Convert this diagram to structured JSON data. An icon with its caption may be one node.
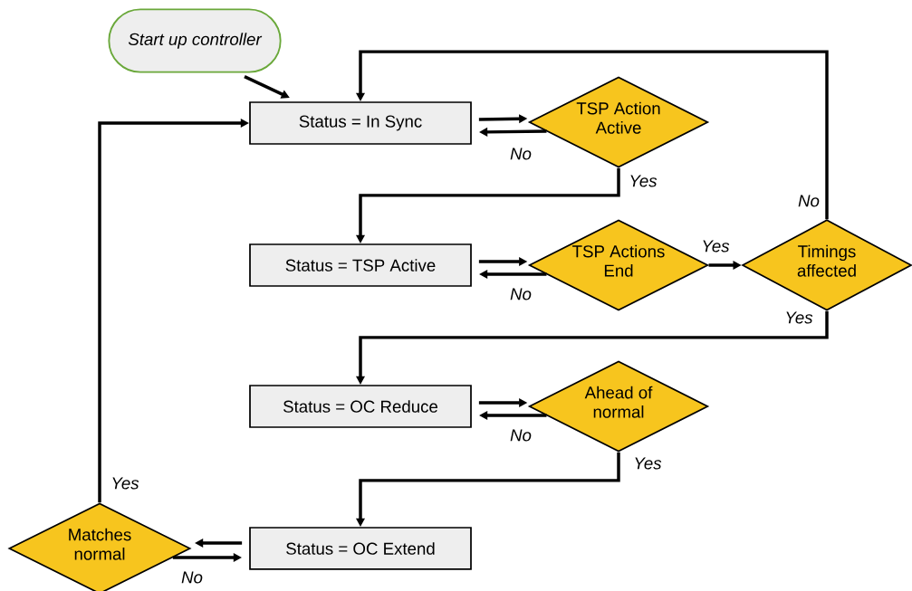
{
  "diagram": {
    "nodes": [
      {
        "text": [
          "Start up controller"
        ]
      },
      {
        "text": [
          "Status = In Sync"
        ]
      },
      {
        "text": [
          "TSP Action Active"
        ]
      },
      {
        "text": [
          "Status = TSP Active"
        ]
      },
      {
        "text": [
          "TSP Actions End"
        ]
      },
      {
        "text": [
          "Timings affected"
        ]
      },
      {
        "text": [
          "Status = OC Reduce"
        ]
      },
      {
        "text": [
          "Ahead of normal"
        ]
      },
      {
        "text": [
          "Status = OC Extend"
        ]
      },
      {
        "text": [
          "Matches normal"
        ]
      }
    ],
    "edges": [
      {
        "from": 0,
        "to": 1,
        "arrow": "to"
      },
      {
        "from": 1,
        "to": 2,
        "arrow": "to"
      },
      {
        "from": 2,
        "to": 1,
        "arrow": "to",
        "label": "No"
      },
      {
        "from": 2,
        "to": 3,
        "arrow": "to",
        "label": "Yes"
      },
      {
        "from": 3,
        "to": 4,
        "arrow": "to"
      },
      {
        "from": 4,
        "to": 3,
        "arrow": "to",
        "label": "No"
      },
      {
        "from": 4,
        "to": 5,
        "arrow": "to",
        "label": "Yes"
      },
      {
        "from": 5,
        "to": 1,
        "arrow": "to",
        "label": "No"
      },
      {
        "from": 5,
        "to": 6,
        "arrow": "to",
        "label": "Yes"
      },
      {
        "from": 6,
        "to": 7,
        "arrow": "to"
      },
      {
        "from": 7,
        "to": 6,
        "arrow": "to",
        "label": "No"
      },
      {
        "from": 7,
        "to": 8,
        "arrow": "to",
        "label": "Yes"
      },
      {
        "from": 8,
        "to": 9,
        "arrow": "to"
      },
      {
        "from": 9,
        "to": 8,
        "arrow": "to",
        "label": "No"
      },
      {
        "from": 9,
        "to": 1,
        "arrow": "to",
        "label": "Yes"
      }
    ]
  }
}
